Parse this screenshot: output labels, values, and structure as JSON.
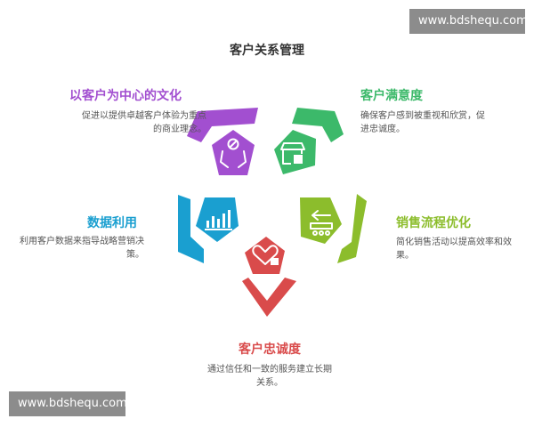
{
  "watermark_top": "www.bdshequ.com",
  "watermark_bottom": "www.bdshequ.com",
  "title": "客户关系管理",
  "segments": {
    "customer_centric": {
      "title": "以客户为中心的文化",
      "desc_line1": "促进以提供卓越客户体验为重点",
      "desc_line2": "的商业理念。",
      "color": "#a24fd0",
      "icon": "care-hands-icon"
    },
    "satisfaction": {
      "title": "客户满意度",
      "desc_line1": "确保客户感到被重视和欣赏，促",
      "desc_line2": "进忠诚度。",
      "color": "#3cb96a",
      "icon": "storefront-thumbsup-icon"
    },
    "sales_process": {
      "title": "销售流程优化",
      "desc_line1": "简化销售活动以提高效率和效",
      "desc_line2": "果。",
      "color": "#8cbd2c",
      "icon": "conveyor-arrow-icon"
    },
    "loyalty": {
      "title": "客户忠诚度",
      "desc_line1": "通过信任和一致的服务建立长期",
      "desc_line2": "关系。",
      "color": "#d94b4b",
      "icon": "heart-lock-icon"
    },
    "data_use": {
      "title": "数据利用",
      "desc_line1": "利用客户数据来指导战略营销决",
      "desc_line2": "策。",
      "color": "#1a9fd0",
      "icon": "bar-chart-icon"
    }
  }
}
